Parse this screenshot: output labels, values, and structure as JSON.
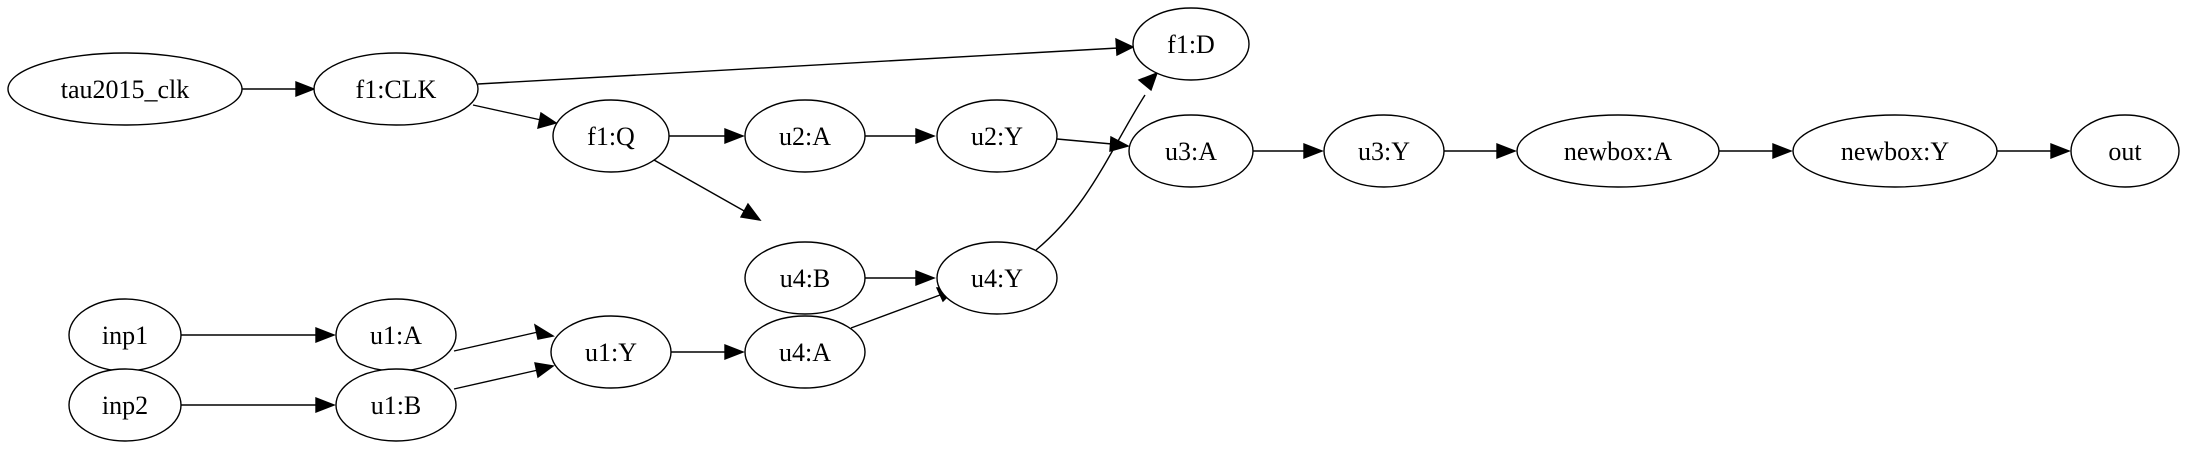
{
  "graph": {
    "nodes": [
      {
        "id": "tau2015_clk",
        "label": "tau2015_clk"
      },
      {
        "id": "f1_CLK",
        "label": "f1:CLK"
      },
      {
        "id": "f1_D",
        "label": "f1:D"
      },
      {
        "id": "f1_Q",
        "label": "f1:Q"
      },
      {
        "id": "u2_A",
        "label": "u2:A"
      },
      {
        "id": "u2_Y",
        "label": "u2:Y"
      },
      {
        "id": "u3_A",
        "label": "u3:A"
      },
      {
        "id": "u3_Y",
        "label": "u3:Y"
      },
      {
        "id": "newbox_A",
        "label": "newbox:A"
      },
      {
        "id": "newbox_Y",
        "label": "newbox:Y"
      },
      {
        "id": "out",
        "label": "out"
      },
      {
        "id": "u4_B",
        "label": "u4:B"
      },
      {
        "id": "u4_Y",
        "label": "u4:Y"
      },
      {
        "id": "inp1",
        "label": "inp1"
      },
      {
        "id": "u1_A",
        "label": "u1:A"
      },
      {
        "id": "u1_Y",
        "label": "u1:Y"
      },
      {
        "id": "u4_A",
        "label": "u4:A"
      },
      {
        "id": "inp2",
        "label": "inp2"
      },
      {
        "id": "u1_B",
        "label": "u1:B"
      }
    ],
    "edges": [
      {
        "from": "tau2015_clk",
        "to": "f1_CLK"
      },
      {
        "from": "f1_CLK",
        "to": "f1_D"
      },
      {
        "from": "f1_CLK",
        "to": "f1_Q"
      },
      {
        "from": "f1_Q",
        "to": "u2_A"
      },
      {
        "from": "f1_Q",
        "to": "u4_B"
      },
      {
        "from": "u2_A",
        "to": "u2_Y"
      },
      {
        "from": "u2_Y",
        "to": "u3_A"
      },
      {
        "from": "u3_A",
        "to": "u3_Y"
      },
      {
        "from": "u3_Y",
        "to": "newbox_A"
      },
      {
        "from": "newbox_A",
        "to": "newbox_Y"
      },
      {
        "from": "newbox_Y",
        "to": "out"
      },
      {
        "from": "u4_B",
        "to": "u4_Y"
      },
      {
        "from": "u4_Y",
        "to": "f1_D"
      },
      {
        "from": "inp1",
        "to": "u1_A"
      },
      {
        "from": "u1_A",
        "to": "u1_Y"
      },
      {
        "from": "inp2",
        "to": "u1_B"
      },
      {
        "from": "u1_B",
        "to": "u1_Y"
      },
      {
        "from": "u1_Y",
        "to": "u4_A"
      },
      {
        "from": "u4_A",
        "to": "u4_Y"
      }
    ]
  }
}
